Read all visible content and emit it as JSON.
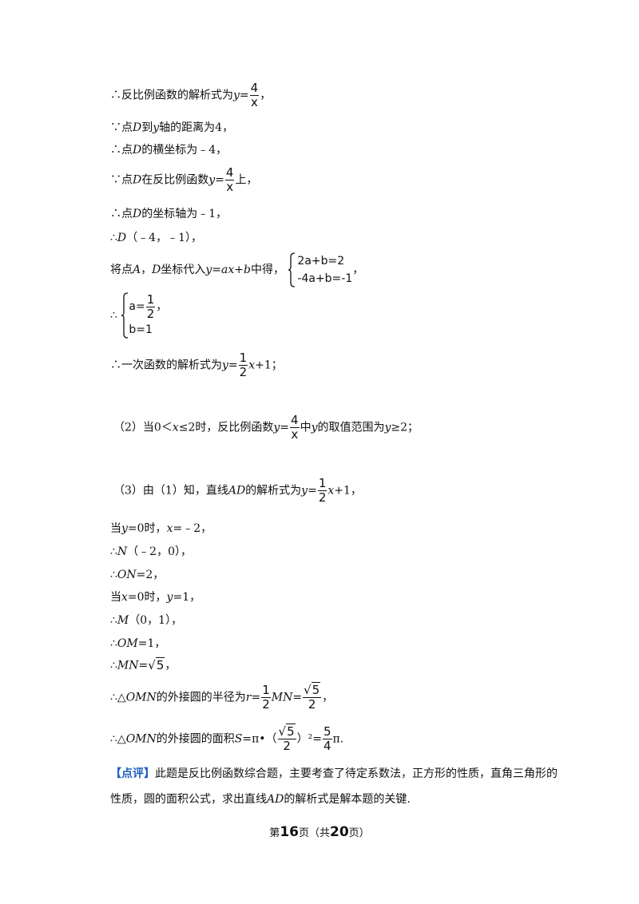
{
  "lines": {
    "l1": {
      "text": "∴反比例函数的解析式为",
      "y": "y",
      "eq": "=",
      "num": "4",
      "den": "x",
      "tail": "，"
    },
    "l2": {
      "pre": "∵点",
      "D": "D",
      "mid": "到",
      "y": "y",
      "post": "轴的距离为4，"
    },
    "l3": {
      "pre": "∴点",
      "D": "D",
      "post": "的横坐标为﹣4，"
    },
    "l4": {
      "pre": "∵点",
      "D": "D",
      "mid": "在反比例函数",
      "y": "y",
      "eq": "=",
      "num": "4",
      "den": "x",
      "tail": "上，"
    },
    "l5": {
      "pre": "∴点",
      "D": "D",
      "post": "的坐标轴为﹣1，"
    },
    "l6": {
      "pre": "∴",
      "D": "D",
      "post": "（﹣4，﹣1），"
    },
    "l7": {
      "pre": "将点",
      "A": "A",
      "sep": "，",
      "D": "D",
      "mid": "坐标代入",
      "y": "y",
      "eq": "=",
      "expr": "ax+b",
      "post": "中得，",
      "row1": "2a+b=2",
      "row2": "-4a+b=-1",
      "tail": "，"
    },
    "l8": {
      "pre": "∴",
      "row1a": "a=",
      "num": "1",
      "den": "2",
      "row1b": "，",
      "row2": "b=1"
    },
    "l9": {
      "text": "∴一次函数的解析式为",
      "y": "y",
      "eq": "=",
      "num": "1",
      "den": "2",
      "x": "x",
      "tail": "+1；"
    },
    "l10": {
      "pre": "（2）当0＜",
      "x": "x",
      "mid": "≤2时，反比例函数",
      "y": "y",
      "eq": "=",
      "num": "4",
      "den": "x",
      "mid2": "中",
      "y2": "y",
      "mid3": "的取值范围为",
      "y3": "y",
      "tail": "≥2；"
    },
    "l11": {
      "pre": "（3）由（1）知，直线",
      "AD": "AD",
      "mid": "的解析式为",
      "y": "y",
      "eq": "=",
      "num": "1",
      "den": "2",
      "x": "x",
      "tail": "+1，"
    },
    "l12": {
      "pre": "当",
      "y": "y",
      "mid": "=0时，",
      "x": "x",
      "tail": "=﹣2，"
    },
    "l13": {
      "pre": "∴",
      "N": "N",
      "tail": "（﹣2，0），"
    },
    "l14": {
      "pre": "∴",
      "ON": "ON",
      "tail": "=2，"
    },
    "l15": {
      "pre": "当",
      "x": "x",
      "mid": "=0时，",
      "y": "y",
      "tail": "=1，"
    },
    "l16": {
      "pre": "∴",
      "M": "M",
      "tail": "（0，1），"
    },
    "l17": {
      "pre": "∴",
      "OM": "OM",
      "tail": "=1，"
    },
    "l18": {
      "pre": "∴",
      "MN": "MN",
      "eq": "=",
      "rad": "5",
      "tail": "，"
    },
    "l19": {
      "pre": "∴△",
      "OMN": "OMN",
      "mid": "的外接圆的半径为",
      "r": "r",
      "eq": "=",
      "num1": "1",
      "den1": "2",
      "MN": "MN",
      "eq2": "=",
      "num2rad": "5",
      "den2": "2",
      "tail": "，"
    },
    "l20": {
      "pre": "∴△",
      "OMN": "OMN",
      "mid": "的外接圆的面积",
      "S": "S",
      "eq": "=π•（",
      "numrad": "5",
      "den": "2",
      "mid2": "）²=",
      "num2": "5",
      "den2": "4",
      "tail": "π."
    }
  },
  "comment": {
    "tag": "【点评】",
    "line1": "此题是反比例函数综合题，主要考查了待定系数法，正方形的性质，直角三角形的",
    "line2_pre": "性质，圆的面积公式，求出直线",
    "line2_AD": "AD",
    "line2_post": "的解析式是解本题的关键."
  },
  "footer": {
    "pre": "第",
    "page": "16",
    "mid": "页（共",
    "total": "20",
    "post": "页）"
  }
}
